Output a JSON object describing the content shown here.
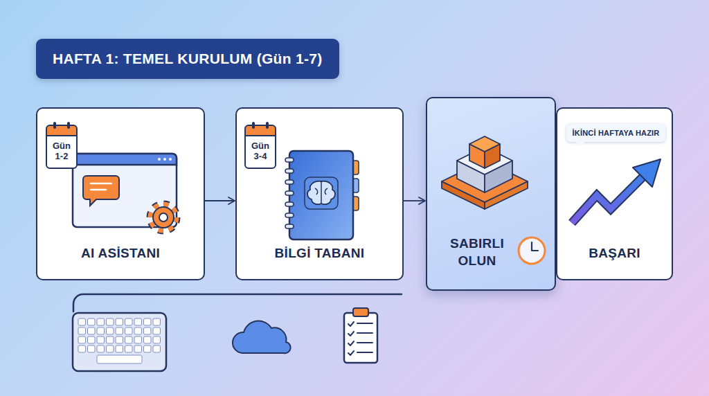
{
  "diagram": {
    "title": "HAFTA 1: TEMEL KURULUM (Gün 1-7)",
    "nodes": [
      {
        "text": [
          "AI ASİSTANI"
        ]
      },
      {
        "text": [
          "Gün 1-2"
        ],
        "in": 0
      },
      {
        "text": [
          "BİLGİ TABANI"
        ]
      },
      {
        "text": [
          "Gün 3-4"
        ],
        "in": 2
      },
      {
        "text": [
          "SABIRLI OLUN"
        ]
      },
      {
        "text": [
          "BAŞARI"
        ]
      },
      {
        "text": [
          "İKİNCİ HAFTAYA HAZIR"
        ],
        "in": 5
      }
    ],
    "edges": [
      {
        "from": 0,
        "to": 2,
        "arrow": "to"
      },
      {
        "from": 2,
        "to": 4,
        "arrow": "to"
      }
    ]
  }
}
